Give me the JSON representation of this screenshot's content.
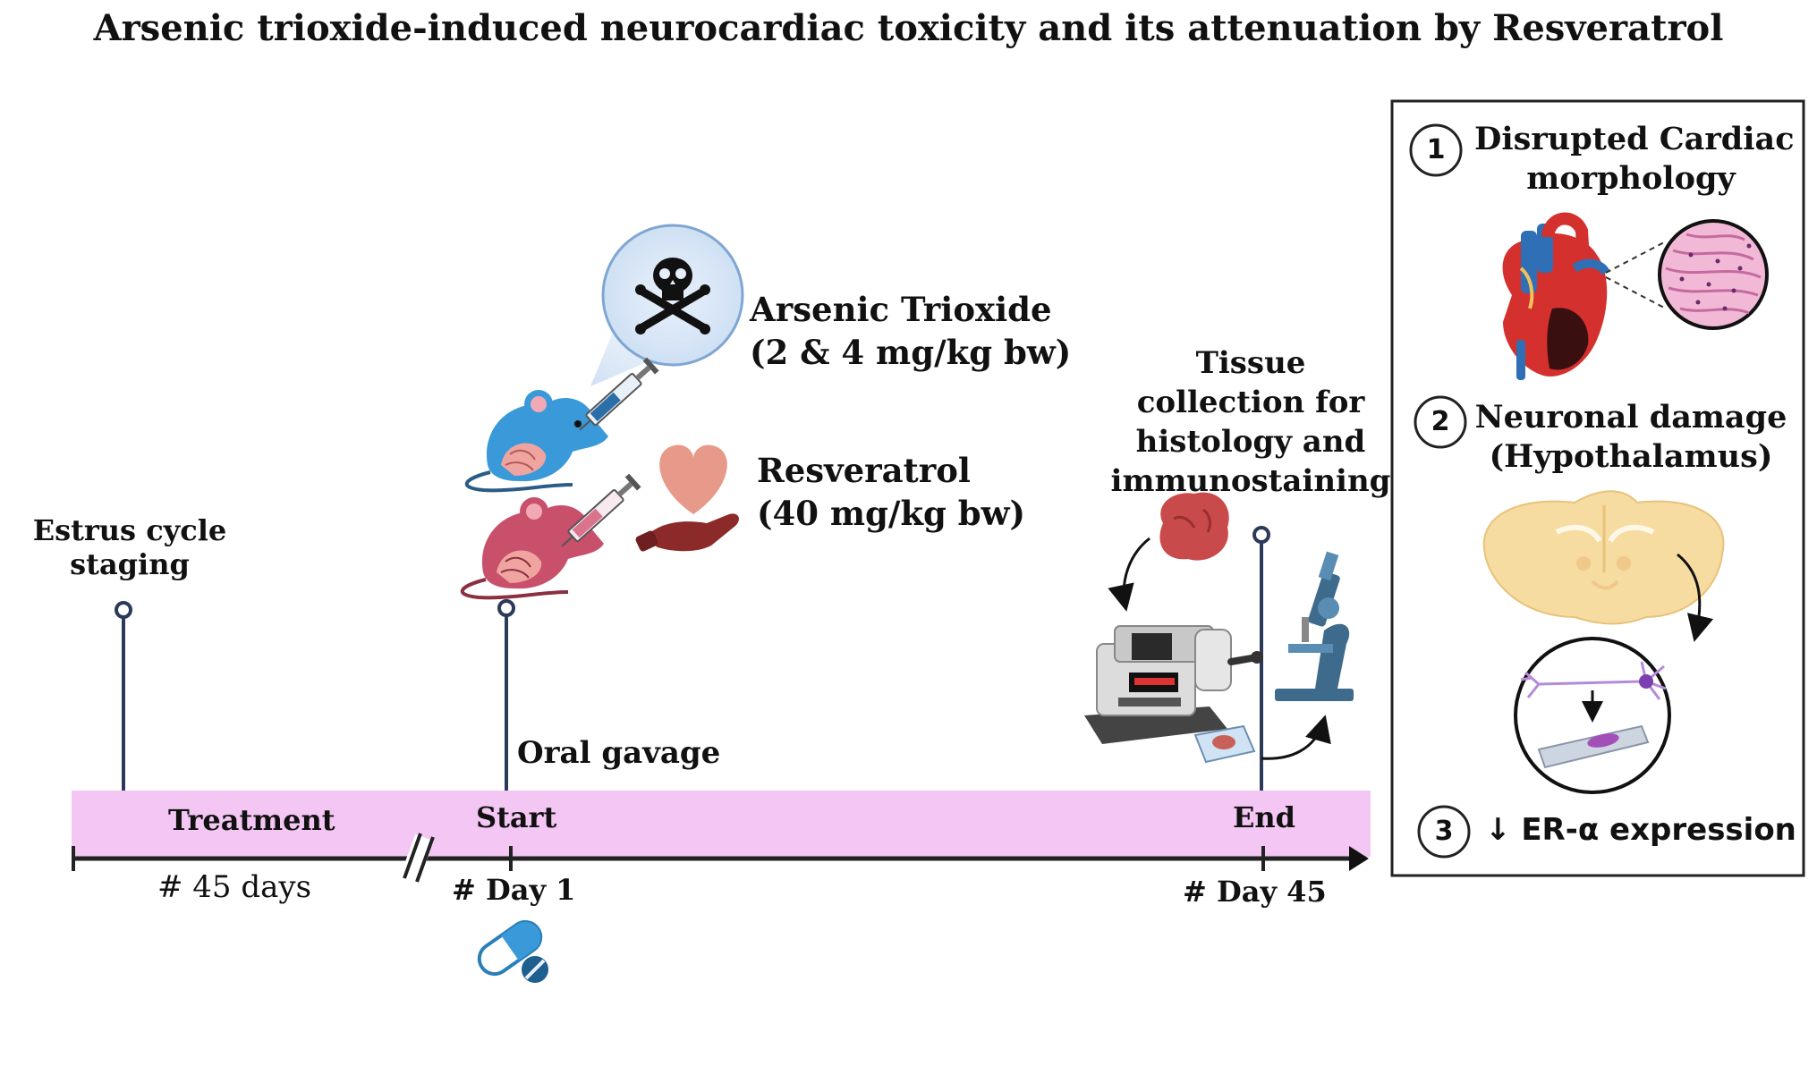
{
  "title": "Arsenic trioxide-induced neurocardiac toxicity and its attenuation by Resveratrol",
  "timeline": {
    "estrus_label_line1": "Estrus cycle",
    "estrus_label_line2": "staging",
    "treatment_label": "Treatment",
    "pre_duration": "# 45 days",
    "start_label": "Start",
    "day1_label": "# Day 1",
    "end_label": "End",
    "day45_label": "# Day 45",
    "oral_gavage": "Oral gavage",
    "bar_color": "#f3c6f3"
  },
  "arsenic": {
    "name": "Arsenic Trioxide",
    "dose": "(2 & 4 mg/kg bw)"
  },
  "resveratrol": {
    "name": "Resveratrol",
    "dose": "(40 mg/kg bw)"
  },
  "tissue": {
    "line1": "Tissue",
    "line2": "collection for",
    "line3": "histology and",
    "line4": "immunostaining"
  },
  "outcomes": {
    "item1_num": "1",
    "item1_line1": "Disrupted Cardiac",
    "item1_line2": "morphology",
    "item2_num": "2",
    "item2_line1": "Neuronal damage",
    "item2_line2": "(Hypothalamus)",
    "item3_num": "3",
    "item3_text": "↓ ER-α expression"
  },
  "icons": [
    "skull-crossbones-icon",
    "syringe-icon",
    "mouse-icon",
    "heart-hand-icon",
    "capsule-pill-icon",
    "microtome-icon",
    "microscope-icon",
    "tissue-icon",
    "heart-icon",
    "brain-section-icon",
    "neuron-icon",
    "slide-icon"
  ]
}
